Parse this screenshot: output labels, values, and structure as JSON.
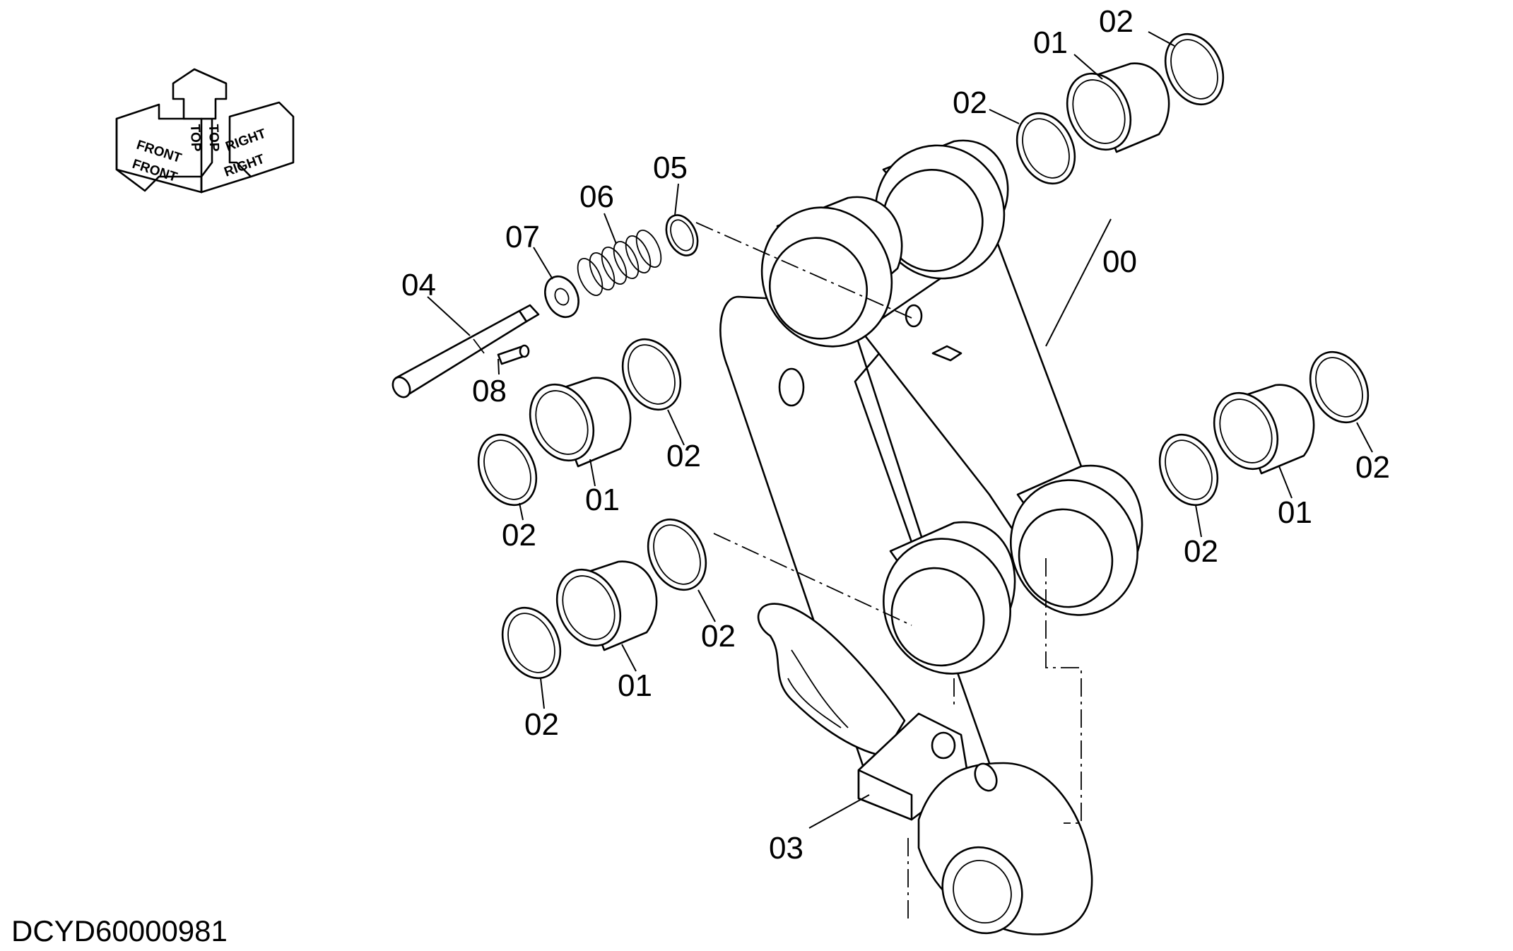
{
  "drawing_code": "DCYD60000981",
  "orientation_icon": {
    "front_label": "FRONT",
    "top_label": "TOP",
    "right_label": "RIGHT"
  },
  "part_labels": [
    "00",
    "01",
    "02",
    "03",
    "04",
    "05",
    "06",
    "07",
    "08"
  ],
  "callouts": {
    "c00": "00",
    "c01_top": "01",
    "c02_top_right": "02",
    "c02_top_left": "02",
    "c05": "05",
    "c06": "06",
    "c07": "07",
    "c04": "04",
    "c08": "08",
    "c02_mid": "02",
    "c01_left_mid": "01",
    "c02_left_mid": "02",
    "c02_right_a": "02",
    "c01_right": "01",
    "c02_right_b": "02",
    "c02_lower": "02",
    "c01_lower": "01",
    "c02_lower_left": "02",
    "c03": "03"
  }
}
